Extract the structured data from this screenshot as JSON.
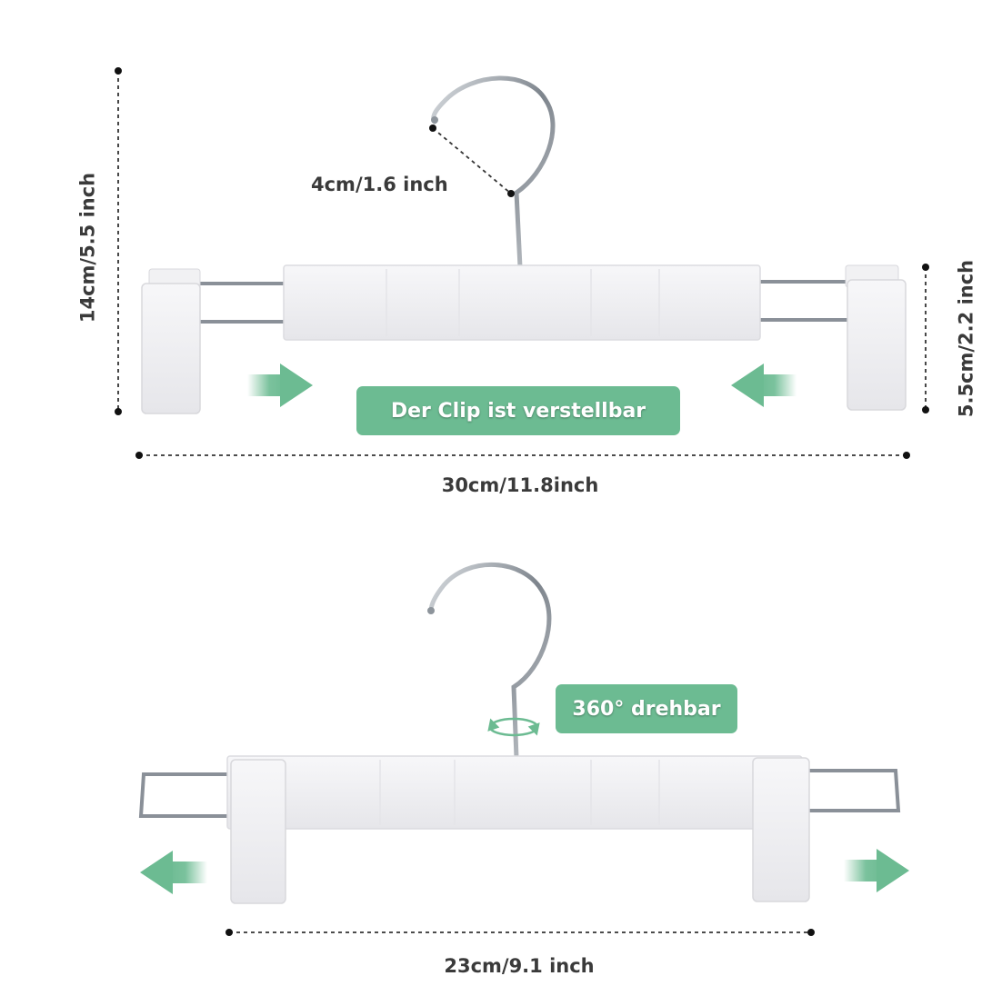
{
  "top_hanger": {
    "hook_label": "4cm/1.6 inch",
    "height_label": "14cm/5.5 inch",
    "clip_height_label": "5.5cm/2.2 inch",
    "width_label": "30cm/11.8inch",
    "badge": "Der Clip ist verstellbar"
  },
  "bottom_hanger": {
    "badge": "360° drehbar",
    "width_label": "23cm/9.1 inch"
  },
  "colors": {
    "accent": "#6cbb92",
    "label_text": "#3a3a3a",
    "hanger_plastic": "#f1f1f3",
    "metal": "#9aa0a8"
  },
  "icons": [
    "arrow-right-icon",
    "arrow-left-icon",
    "rotate-icon"
  ]
}
